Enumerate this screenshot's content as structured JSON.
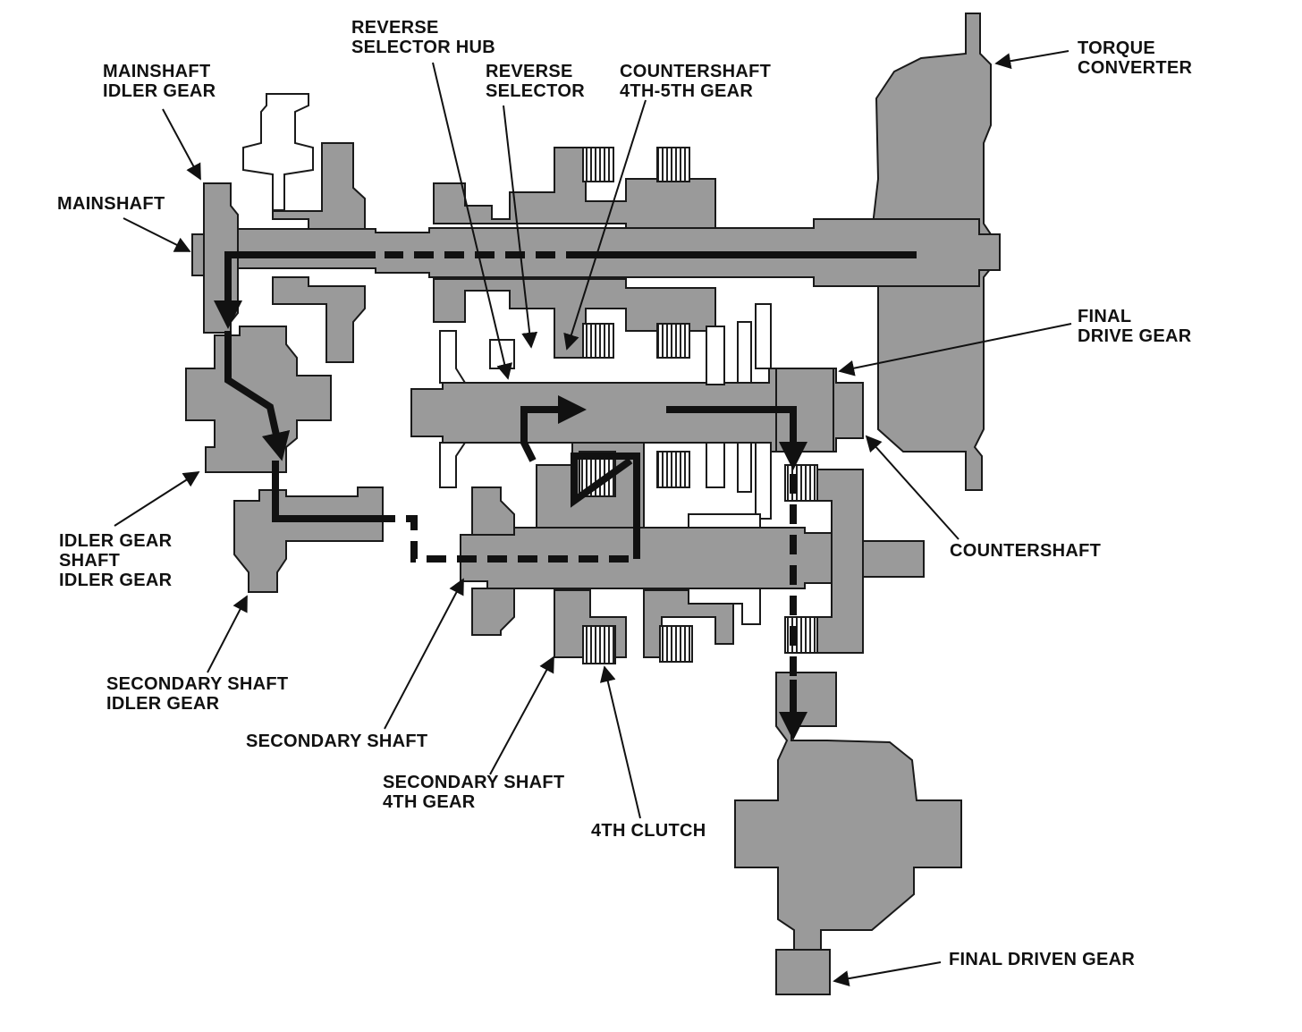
{
  "colors": {
    "part_fill": "#9a9a9a",
    "part_stroke": "#1a1a1a",
    "light_fill": "#ffffff",
    "power_path": "#111111",
    "label_text": "#111111"
  },
  "labels": {
    "reverse_selector_hub": [
      "REVERSE",
      "SELECTOR HUB"
    ],
    "reverse_selector": [
      "REVERSE",
      "SELECTOR"
    ],
    "countershaft_4th_5th_gear": [
      "COUNTERSHAFT",
      "4TH-5TH GEAR"
    ],
    "torque_converter": [
      "TORQUE",
      "CONVERTER"
    ],
    "mainshaft_idler_gear": [
      "MAINSHAFT",
      "IDLER GEAR"
    ],
    "mainshaft": [
      "MAINSHAFT"
    ],
    "final_drive_gear": [
      "FINAL",
      "DRIVE GEAR"
    ],
    "countershaft": [
      "COUNTERSHAFT"
    ],
    "idler_gear_shaft_idler_gear": [
      "IDLER GEAR",
      "SHAFT",
      "IDLER GEAR"
    ],
    "secondary_shaft_idler_gear": [
      "SECONDARY SHAFT",
      "IDLER GEAR"
    ],
    "secondary_shaft": [
      "SECONDARY SHAFT"
    ],
    "secondary_shaft_4th_gear": [
      "SECONDARY SHAFT",
      "4TH GEAR"
    ],
    "4th_clutch": [
      "4TH CLUTCH"
    ],
    "final_driven_gear": [
      "FINAL DRIVEN GEAR"
    ]
  }
}
